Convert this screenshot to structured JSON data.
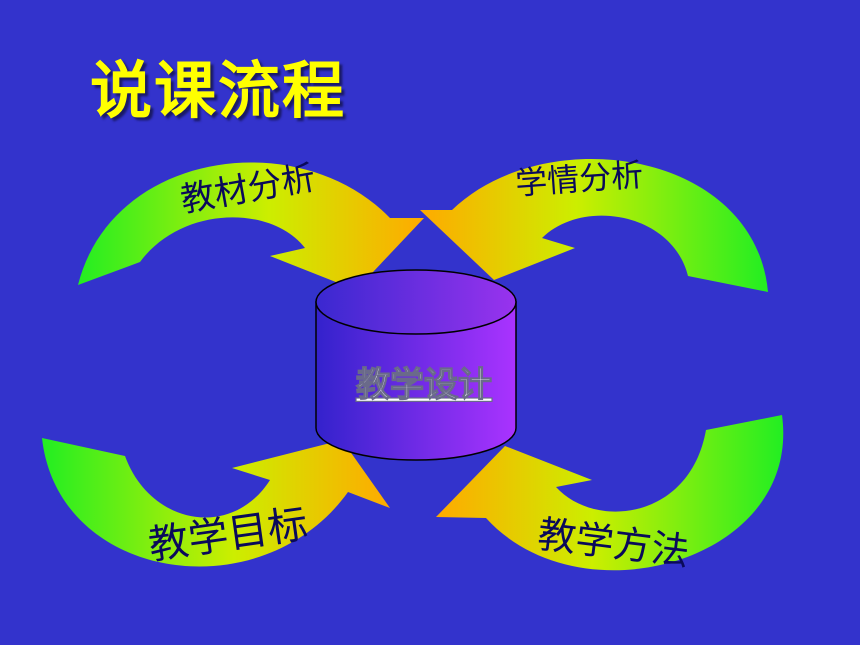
{
  "title": "说课流程",
  "center": {
    "label": "教学设计"
  },
  "steps": [
    {
      "label": "教材分析"
    },
    {
      "label": "学情分析"
    },
    {
      "label": "教学目标"
    },
    {
      "label": "教学方法"
    }
  ],
  "colors": {
    "background": "#3333cc",
    "title": "#ffff00",
    "arrow_start": "#22ee22",
    "arrow_mid": "#ccee00",
    "arrow_end": "#ffaa00",
    "cylinder_left": "#3322cc",
    "cylinder_right": "#aa33ff",
    "label_text": "#0a0a5a"
  }
}
